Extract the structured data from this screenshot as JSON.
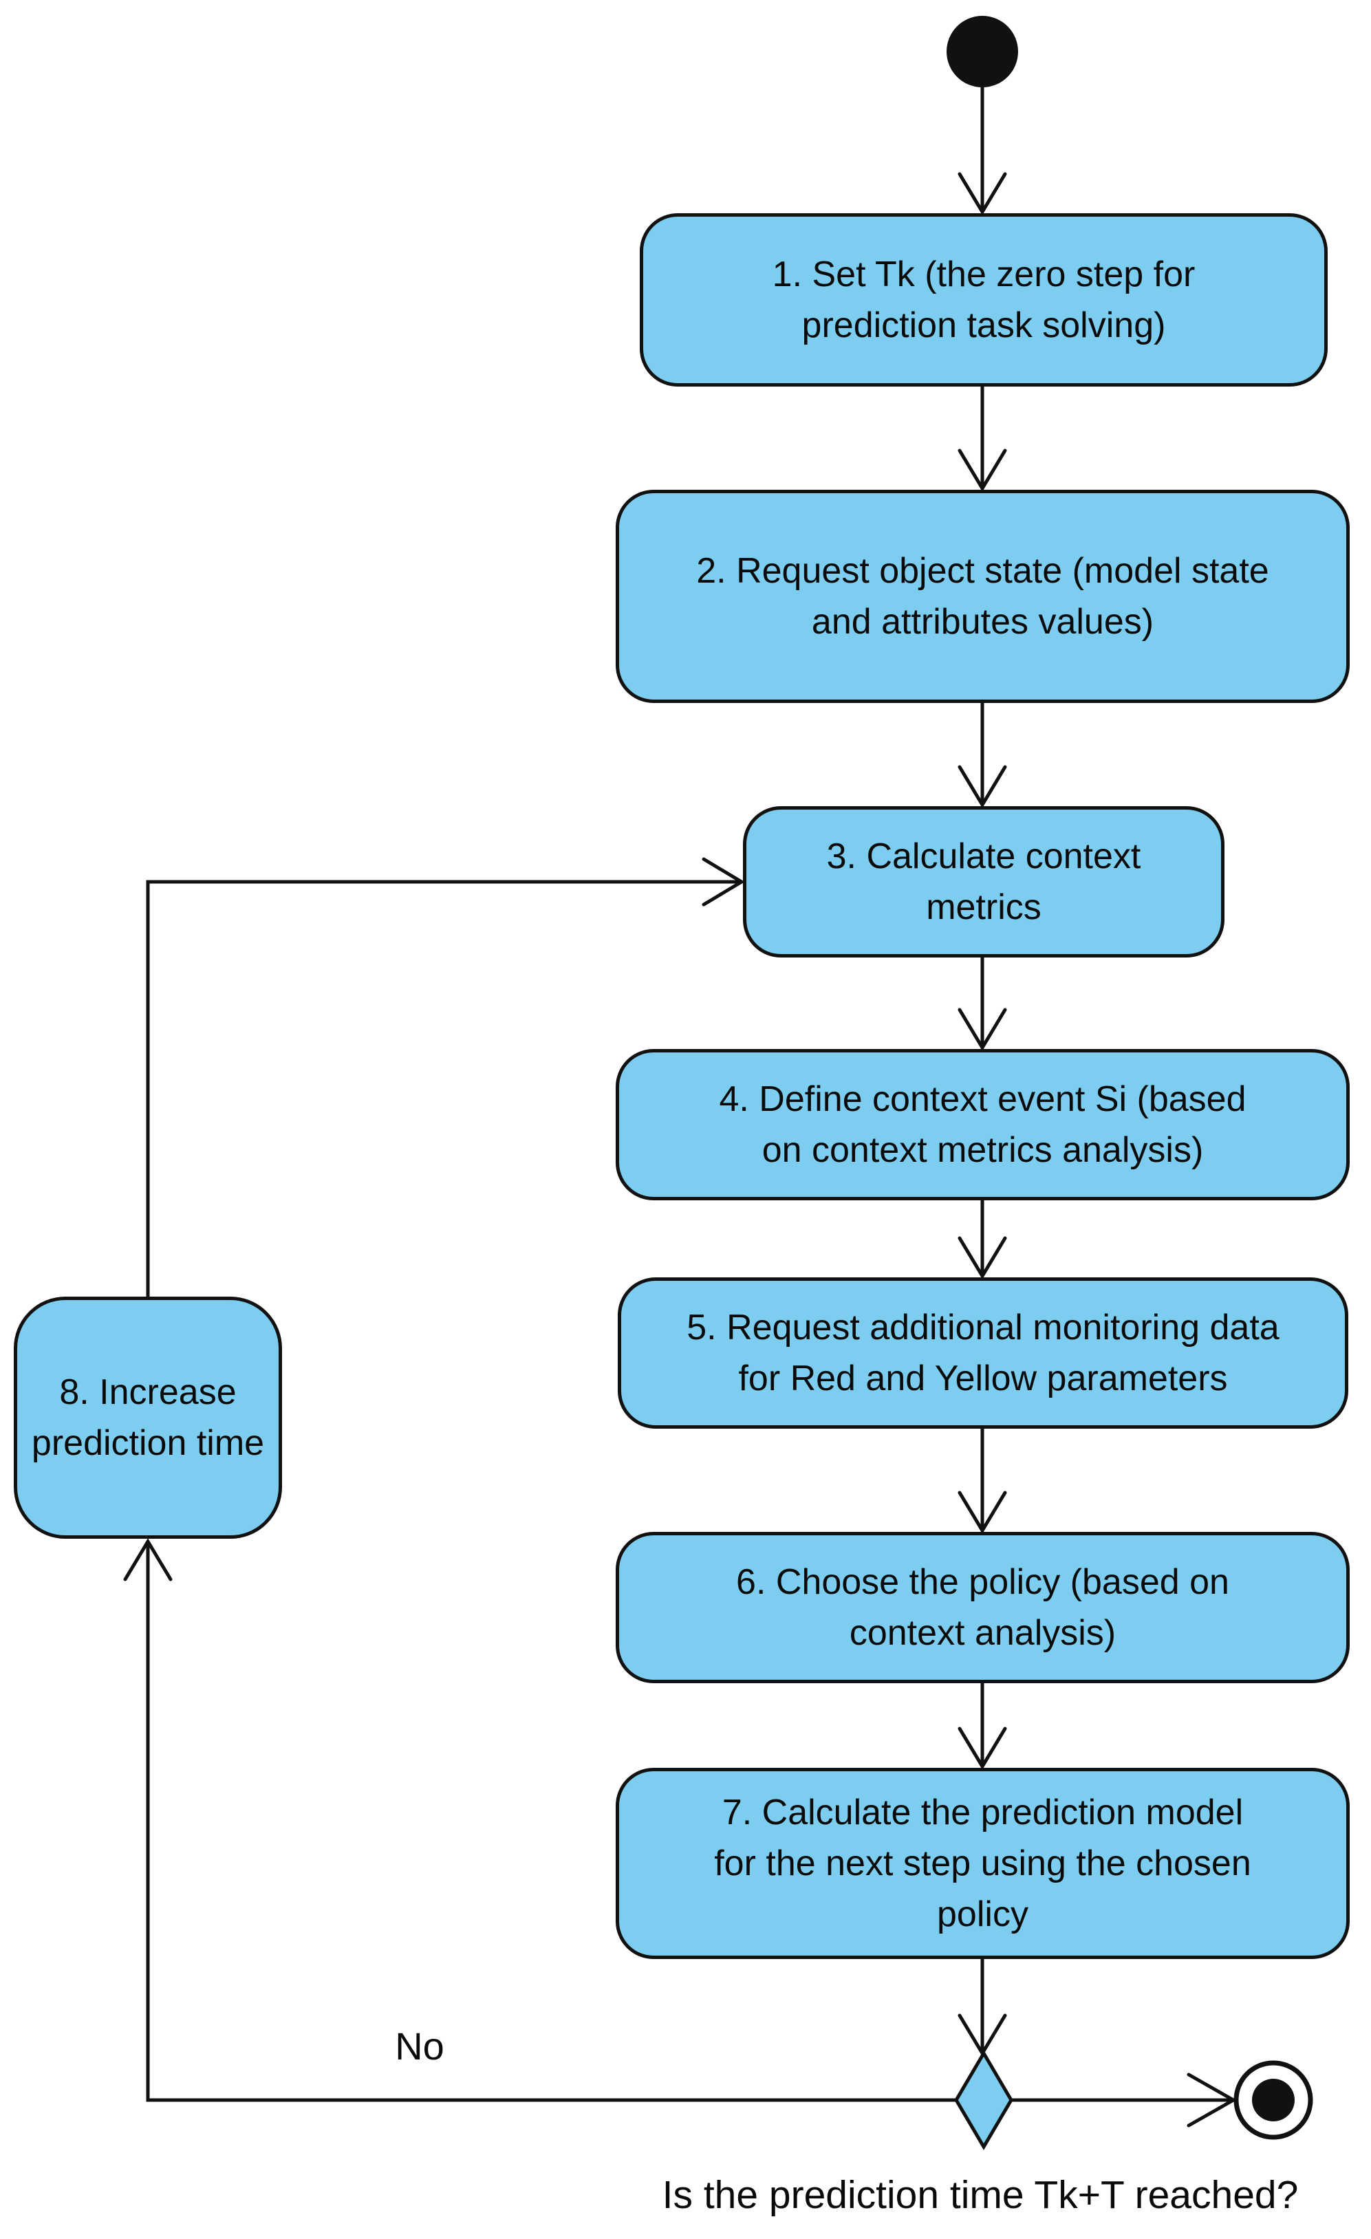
{
  "diagram": {
    "type": "uml-activity-flowchart",
    "caption": "Is the prediction time Tk+T reached?",
    "edge_labels": {
      "no": "No"
    },
    "nodes": {
      "start": {
        "kind": "initial-node"
      },
      "box1": {
        "lines": [
          "1. Set Tk (the zero step for",
          "prediction task solving)"
        ]
      },
      "box2": {
        "lines": [
          "2. Request object state (model state",
          "and attributes values)"
        ]
      },
      "box3": {
        "lines": [
          "3. Calculate context",
          "metrics"
        ]
      },
      "box4": {
        "lines": [
          "4. Define context event Si (based",
          "on context metrics analysis)"
        ]
      },
      "box5": {
        "lines": [
          "5. Request additional monitoring data",
          "for Red and Yellow parameters"
        ]
      },
      "box6": {
        "lines": [
          "6. Choose the policy (based on",
          "context analysis)"
        ]
      },
      "box7": {
        "lines": [
          "7. Calculate the prediction model",
          "for the next step using the chosen",
          "policy"
        ]
      },
      "box8": {
        "lines": [
          "8. Increase",
          "prediction time"
        ]
      },
      "decision": {
        "kind": "decision-diamond"
      },
      "end": {
        "kind": "final-node"
      }
    },
    "colors": {
      "node_fill": "#7CCDEF",
      "stroke": "#111111",
      "background": "#FFFFFF",
      "text": "#0A0A0A"
    }
  }
}
